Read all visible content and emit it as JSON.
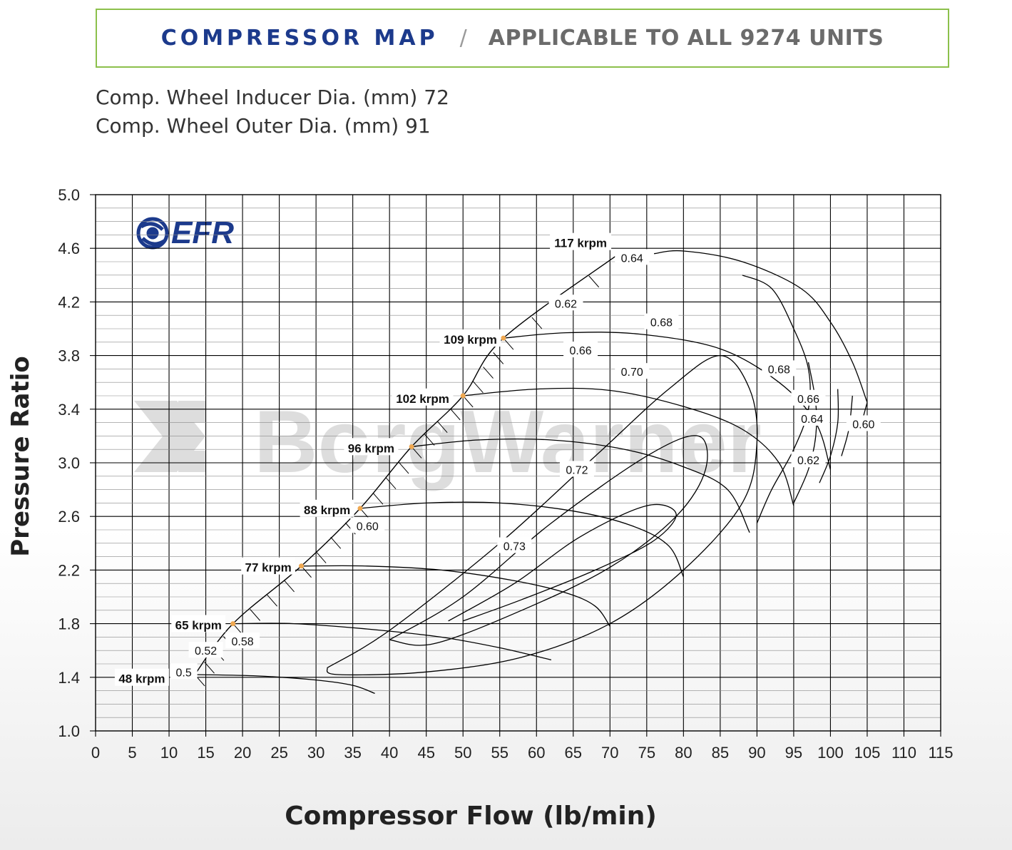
{
  "header": {
    "title": "COMPRESSOR MAP",
    "separator": "/",
    "subtitle": "APPLICABLE TO ALL 9274 UNITS"
  },
  "specs": [
    "Comp. Wheel Inducer Dia. (mm) 72",
    "Comp. Wheel Outer Dia. (mm) 91"
  ],
  "logo": {
    "text": "EFR",
    "icon": "efr-swirl-logo",
    "color": "#1c3a8c"
  },
  "watermark": {
    "text": "BorgWarner",
    "icon": "borgwarner-logo"
  },
  "chart_data": {
    "type": "line",
    "xlabel": "Compressor Flow (lb/min)",
    "ylabel": "Pressure Ratio",
    "xlim": [
      0,
      115
    ],
    "ylim": [
      1.0,
      5.0
    ],
    "xticks": [
      "0",
      "5",
      "10",
      "15",
      "20",
      "25",
      "30",
      "35",
      "40",
      "45",
      "50",
      "55",
      "60",
      "65",
      "70",
      "75",
      "80",
      "85",
      "90",
      "95",
      "100",
      "105",
      "110",
      "115"
    ],
    "yticks": [
      "1.0",
      "1.4",
      "1.8",
      "2.2",
      "2.6",
      "3.0",
      "3.4",
      "3.8",
      "4.2",
      "4.6",
      "5.0"
    ],
    "grid": true,
    "surge_line": [
      [
        13.5,
        1.42
      ],
      [
        18.7,
        1.8
      ],
      [
        28.0,
        2.23
      ],
      [
        36.0,
        2.66
      ],
      [
        43.0,
        3.12
      ],
      [
        50.0,
        3.5
      ],
      [
        55.5,
        3.93
      ],
      [
        71.0,
        4.55
      ]
    ],
    "speed_lines": [
      {
        "label": "48 krpm",
        "points": [
          [
            13.5,
            1.42
          ],
          [
            22,
            1.41
          ],
          [
            30,
            1.38
          ],
          [
            35,
            1.34
          ],
          [
            38,
            1.28
          ]
        ]
      },
      {
        "label": "65 krpm",
        "points": [
          [
            18.7,
            1.8
          ],
          [
            27,
            1.8
          ],
          [
            37,
            1.76
          ],
          [
            47,
            1.7
          ],
          [
            55,
            1.62
          ],
          [
            62,
            1.53
          ]
        ]
      },
      {
        "label": "77 krpm",
        "points": [
          [
            28.0,
            2.23
          ],
          [
            37,
            2.23
          ],
          [
            47,
            2.2
          ],
          [
            57,
            2.12
          ],
          [
            64,
            2.03
          ],
          [
            68,
            1.93
          ],
          [
            70,
            1.78
          ]
        ]
      },
      {
        "label": "88 krpm",
        "points": [
          [
            36.0,
            2.66
          ],
          [
            45,
            2.7
          ],
          [
            55,
            2.7
          ],
          [
            65,
            2.64
          ],
          [
            73,
            2.53
          ],
          [
            78,
            2.38
          ],
          [
            80,
            2.15
          ]
        ]
      },
      {
        "label": "96 krpm",
        "points": [
          [
            43.0,
            3.12
          ],
          [
            52,
            3.17
          ],
          [
            62,
            3.17
          ],
          [
            72,
            3.1
          ],
          [
            80,
            2.97
          ],
          [
            86,
            2.8
          ],
          [
            89,
            2.48
          ]
        ]
      },
      {
        "label": "102 krpm",
        "points": [
          [
            50.0,
            3.5
          ],
          [
            60,
            3.55
          ],
          [
            70,
            3.54
          ],
          [
            80,
            3.42
          ],
          [
            88,
            3.25
          ],
          [
            93,
            3.0
          ],
          [
            95,
            2.68
          ]
        ]
      },
      {
        "label": "109 krpm",
        "points": [
          [
            55.5,
            3.93
          ],
          [
            64,
            3.97
          ],
          [
            74,
            3.96
          ],
          [
            85,
            3.85
          ],
          [
            93,
            3.6
          ],
          [
            98,
            3.3
          ],
          [
            100,
            2.95
          ]
        ]
      },
      {
        "label": "117 krpm",
        "points": [
          [
            76,
            4.56
          ],
          [
            80,
            4.58
          ],
          [
            88,
            4.5
          ],
          [
            96,
            4.3
          ],
          [
            100,
            4.05
          ],
          [
            103,
            3.75
          ],
          [
            105,
            3.45
          ]
        ]
      }
    ],
    "efficiency_islands": [
      {
        "label": "0.73",
        "points": [
          [
            48,
            1.82
          ],
          [
            57,
            2.1
          ],
          [
            66,
            2.45
          ],
          [
            75,
            2.68
          ],
          [
            79,
            2.62
          ],
          [
            76,
            2.42
          ],
          [
            68,
            2.2
          ],
          [
            58,
            1.98
          ],
          [
            50,
            1.82
          ]
        ]
      },
      {
        "label": "0.72",
        "points": [
          [
            40,
            1.68
          ],
          [
            50,
            2.0
          ],
          [
            62,
            2.55
          ],
          [
            75,
            3.05
          ],
          [
            82,
            3.2
          ],
          [
            83,
            2.95
          ],
          [
            79,
            2.6
          ],
          [
            70,
            2.22
          ],
          [
            58,
            1.9
          ],
          [
            46,
            1.65
          ],
          [
            40,
            1.68
          ]
        ]
      },
      {
        "label": "0.70",
        "points": [
          [
            31.5,
            1.47
          ],
          [
            40,
            1.75
          ],
          [
            55,
            2.4
          ],
          [
            68,
            3.05
          ],
          [
            78,
            3.55
          ],
          [
            85,
            3.8
          ],
          [
            89,
            3.55
          ],
          [
            90,
            3.15
          ],
          [
            88,
            2.7
          ],
          [
            80,
            2.2
          ],
          [
            70,
            1.8
          ],
          [
            58,
            1.55
          ],
          [
            45,
            1.44
          ],
          [
            33,
            1.42
          ],
          [
            31.5,
            1.47
          ]
        ]
      },
      {
        "label": "0.68",
        "points": [
          [
            88,
            4.4
          ],
          [
            92,
            4.3
          ],
          [
            95,
            4.0
          ],
          [
            97,
            3.7
          ],
          [
            97,
            3.4
          ],
          [
            95,
            3.1
          ],
          [
            92,
            2.8
          ],
          [
            90,
            2.55
          ]
        ]
      },
      {
        "label": "0.66",
        "points": [
          [
            97,
            3.75
          ],
          [
            98,
            3.45
          ],
          [
            98,
            3.2
          ],
          [
            97,
            2.95
          ],
          [
            95,
            2.7
          ]
        ]
      },
      {
        "label": "0.64",
        "points": [
          [
            101,
            3.55
          ],
          [
            101,
            3.3
          ],
          [
            100,
            3.05
          ],
          [
            98.5,
            2.85
          ]
        ]
      },
      {
        "label": "0.62",
        "points": [
          [
            103,
            3.5
          ],
          [
            102.5,
            3.25
          ],
          [
            101.5,
            3.05
          ]
        ]
      },
      {
        "label": "0.60",
        "points": [
          [
            105,
            3.45
          ],
          [
            104,
            3.25
          ]
        ]
      }
    ],
    "efficiency_labels": [
      {
        "text": "0.5",
        "x": 12,
        "y": 1.44
      },
      {
        "text": "0.52",
        "x": 15,
        "y": 1.6
      },
      {
        "text": "0.58",
        "x": 20,
        "y": 1.67
      },
      {
        "text": "0.60",
        "x": 37,
        "y": 2.53
      },
      {
        "text": "0.62",
        "x": 64,
        "y": 4.19
      },
      {
        "text": "0.64",
        "x": 73,
        "y": 4.53
      },
      {
        "text": "0.66",
        "x": 66,
        "y": 3.84
      },
      {
        "text": "0.68",
        "x": 77,
        "y": 4.05
      },
      {
        "text": "0.70",
        "x": 73,
        "y": 3.68
      },
      {
        "text": "0.72",
        "x": 65.5,
        "y": 2.95
      },
      {
        "text": "0.73",
        "x": 57,
        "y": 2.38
      },
      {
        "text": "0.68",
        "x": 93,
        "y": 3.7
      },
      {
        "text": "0.66",
        "x": 97,
        "y": 3.48
      },
      {
        "text": "0.64",
        "x": 97.5,
        "y": 3.33
      },
      {
        "text": "0.60",
        "x": 104.5,
        "y": 3.29
      },
      {
        "text": "0.62",
        "x": 97,
        "y": 3.02
      }
    ],
    "speed_labels": [
      {
        "text": "48 krpm",
        "x": 6.3,
        "y": 1.39
      },
      {
        "text": "65 krpm",
        "x": 14,
        "y": 1.79
      },
      {
        "text": "77 krpm",
        "x": 23.5,
        "y": 2.22
      },
      {
        "text": "88 krpm",
        "x": 31.5,
        "y": 2.65
      },
      {
        "text": "96 krpm",
        "x": 37.5,
        "y": 3.11
      },
      {
        "text": "102 krpm",
        "x": 44.5,
        "y": 3.48
      },
      {
        "text": "109 krpm",
        "x": 51,
        "y": 3.92
      },
      {
        "text": "117 krpm",
        "x": 66,
        "y": 4.64
      }
    ]
  }
}
